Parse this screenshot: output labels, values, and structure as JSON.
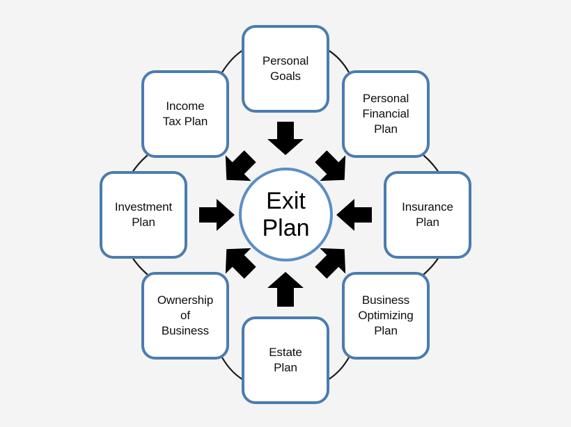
{
  "diagram": {
    "title": "Exit Plan",
    "center": {
      "label": "Exit\nPlan",
      "border_color": "#5b8ec4",
      "fill_color": "#ffffff"
    },
    "background_color": "#f4f4f4",
    "node_border_color": "#4a7cb0",
    "node_fill_color": "#ffffff",
    "arrow_color": "#000000",
    "connector_color": "#1a1a1a",
    "nodes": [
      {
        "id": "personal-goals",
        "label": "Personal\nGoals",
        "position": "top"
      },
      {
        "id": "personal-financial",
        "label": "Personal\nFinancial\nPlan",
        "position": "top-right"
      },
      {
        "id": "insurance",
        "label": "Insurance\nPlan",
        "position": "right"
      },
      {
        "id": "business-optimizing",
        "label": "Business\nOptimizing\nPlan",
        "position": "bottom-right"
      },
      {
        "id": "estate",
        "label": "Estate\nPlan",
        "position": "bottom"
      },
      {
        "id": "ownership",
        "label": "Ownership\nof\nBusiness",
        "position": "bottom-left"
      },
      {
        "id": "investment",
        "label": "Investment\nPlan",
        "position": "left"
      },
      {
        "id": "income-tax",
        "label": "Income\nTax Plan",
        "position": "top-left"
      }
    ],
    "arrows": [
      {
        "id": "arrow-top",
        "from": "personal-goals",
        "to": "center",
        "direction": "down"
      },
      {
        "id": "arrow-top-right",
        "from": "personal-financial",
        "to": "center",
        "direction": "down-left"
      },
      {
        "id": "arrow-right",
        "from": "insurance",
        "to": "center",
        "direction": "left"
      },
      {
        "id": "arrow-bottom-right",
        "from": "business-optimizing",
        "to": "center",
        "direction": "up-left"
      },
      {
        "id": "arrow-bottom",
        "from": "estate",
        "to": "center",
        "direction": "up"
      },
      {
        "id": "arrow-bottom-left",
        "from": "ownership",
        "to": "center",
        "direction": "up-right"
      },
      {
        "id": "arrow-left",
        "from": "investment",
        "to": "center",
        "direction": "right"
      },
      {
        "id": "arrow-top-left",
        "from": "income-tax",
        "to": "center",
        "direction": "down-right"
      }
    ]
  }
}
